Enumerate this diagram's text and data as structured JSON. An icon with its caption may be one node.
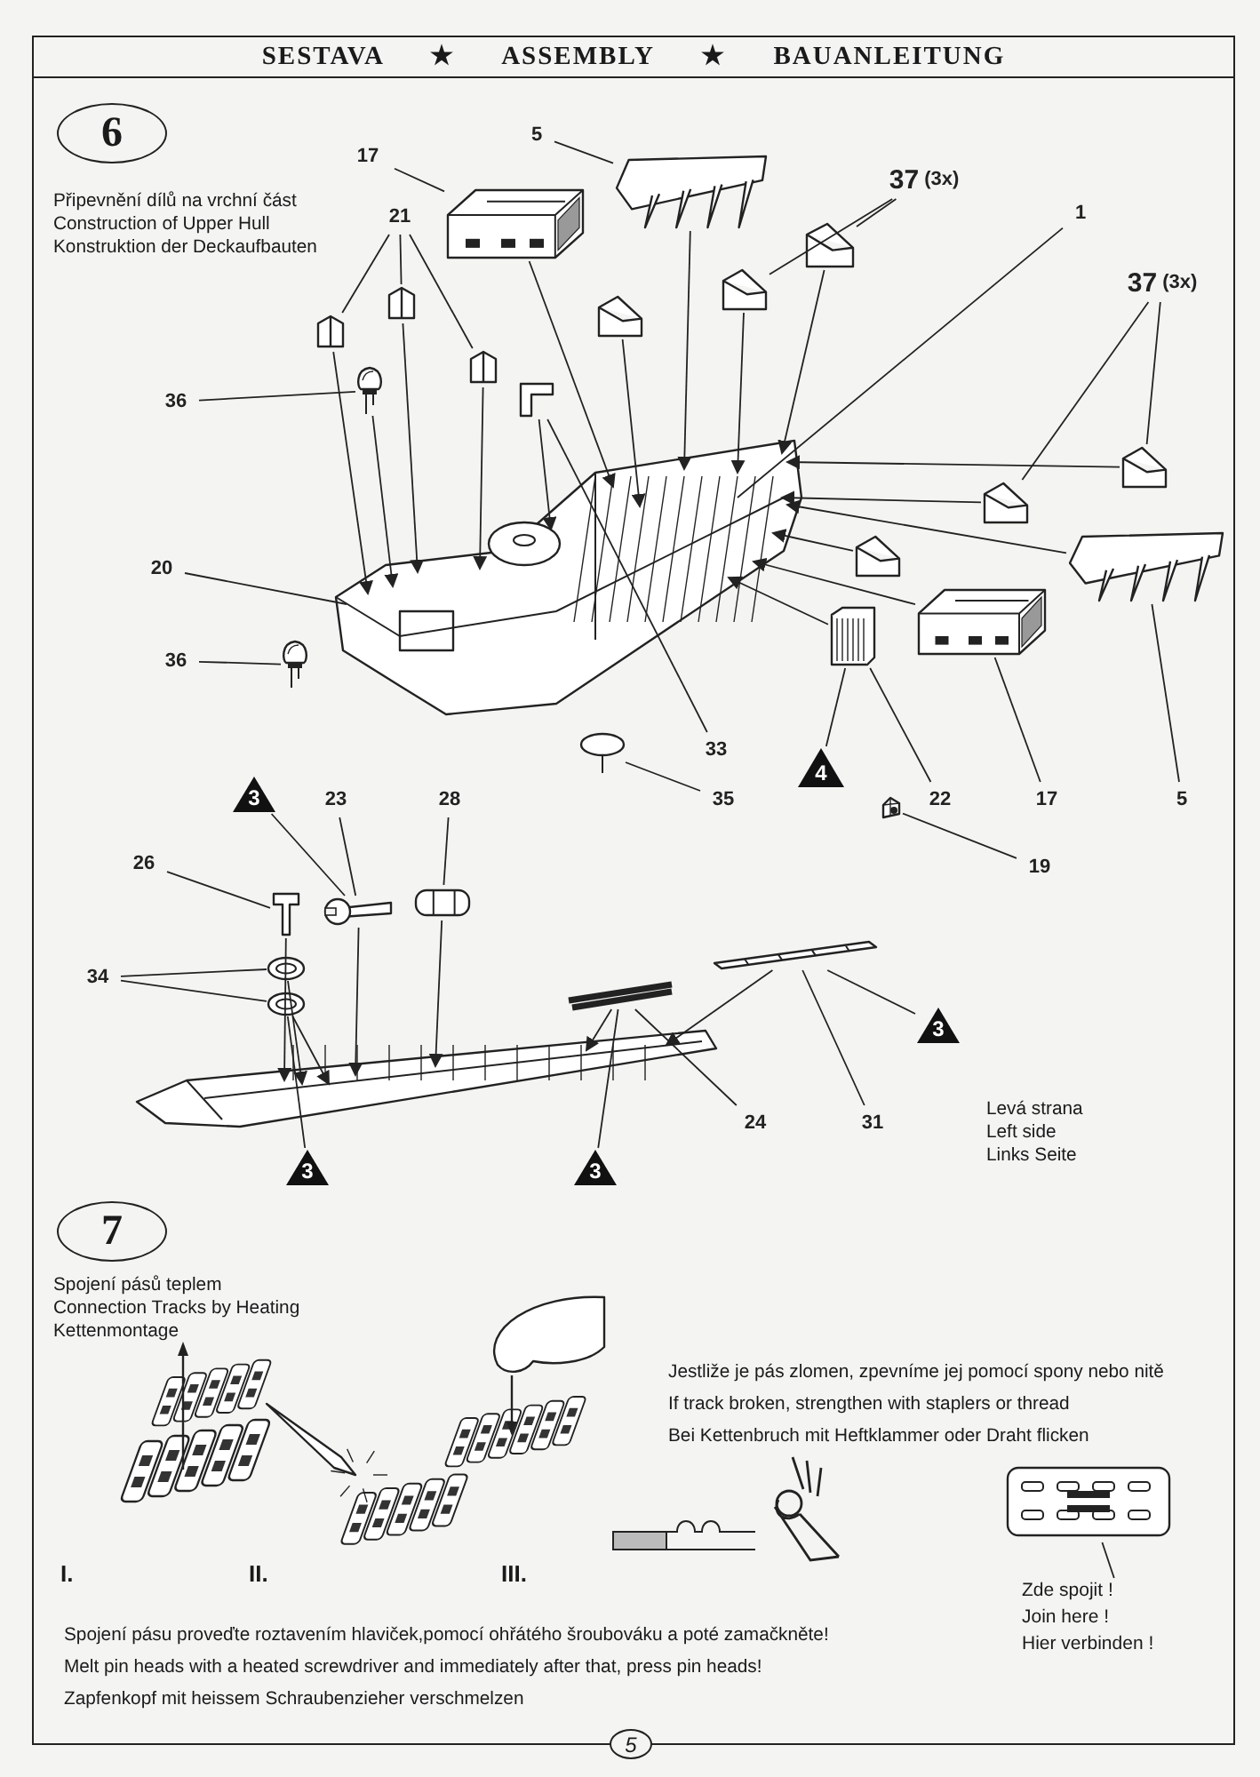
{
  "diagram": {
    "title": "SESTAVA ★ ASSEMBLY ★ BAUANLEITUNG",
    "nodes": [
      {
        "text": [
          "6"
        ],
        "beside": [
          "Připevnění dílů na vrchní část",
          "Construction of Upper Hull",
          "Konstruktion der Deckaufbauten"
        ]
      },
      {
        "text": [],
        "shape": "picture"
      },
      {
        "text": [
          "1"
        ]
      },
      {
        "text": [],
        "shape": "picture"
      },
      {
        "text": [
          "17"
        ]
      },
      {
        "text": [
          "5"
        ]
      },
      {
        "text": [],
        "shape": "picture"
      },
      {
        "text": [
          "**37** (3x)"
        ]
      },
      {
        "text": [],
        "shape": "picture"
      },
      {
        "text": [],
        "shape": "picture"
      },
      {
        "text": [],
        "shape": "picture"
      },
      {
        "text": [
          "21"
        ]
      },
      {
        "text": [],
        "shape": "picture"
      },
      {
        "text": [],
        "shape": "picture"
      },
      {
        "text": [],
        "shape": "picture"
      },
      {
        "text": [
          "36"
        ]
      },
      {
        "text": [],
        "shape": "picture"
      },
      {
        "text": [
          "20"
        ]
      },
      {
        "text": [
          "36"
        ]
      },
      {
        "text": [],
        "shape": "picture"
      },
      {
        "text": [],
        "shape": "picture"
      },
      {
        "text": [
          "33"
        ]
      },
      {
        "text": [],
        "shape": "picture"
      },
      {
        "text": [
          "35"
        ]
      },
      {
        "text": [
          "4"
        ]
      },
      {
        "text": [],
        "shape": "picture"
      },
      {
        "text": [
          "22"
        ]
      },
      {
        "text": [],
        "shape": "picture"
      },
      {
        "text": [
          "17"
        ]
      },
      {
        "text": [],
        "shape": "picture"
      },
      {
        "text": [
          "5"
        ]
      },
      {
        "text": [
          "**37** (3x)"
        ]
      },
      {
        "text": [],
        "shape": "picture"
      },
      {
        "text": [],
        "shape": "picture"
      },
      {
        "text": [],
        "shape": "picture"
      },
      {
        "text": [],
        "shape": "picture"
      },
      {
        "text": [
          "3"
        ]
      },
      {
        "text": [
          "23"
        ]
      },
      {
        "text": [
          "28"
        ]
      },
      {
        "text": [
          "26"
        ]
      },
      {
        "text": [],
        "shape": "picture"
      },
      {
        "text": [],
        "shape": "picture"
      },
      {
        "text": [],
        "shape": "picture"
      },
      {
        "text": [
          "34"
        ]
      },
      {
        "text": [],
        "shape": "picture"
      },
      {
        "text": [],
        "shape": "picture"
      },
      {
        "text": [
          "3"
        ]
      },
      {
        "text": [],
        "shape": "picture"
      },
      {
        "text": [
          "19"
        ]
      },
      {
        "text": [],
        "shape": "picture"
      },
      {
        "text": [
          "3"
        ]
      },
      {
        "text": [],
        "shape": "picture"
      },
      {
        "text": [
          "24"
        ]
      },
      {
        "text": [
          "31"
        ]
      },
      {
        "text": [
          "3"
        ]
      },
      {
        "text": [
          "7"
        ],
        "beside": [
          "Spojení pásů teplem",
          "Connection Tracks by Heating",
          "Kettenmontage"
        ]
      },
      {
        "text": [],
        "shape": "picture"
      },
      {
        "text": [
          "Zde spojit !",
          "Join here !",
          "Hier verbinden !"
        ]
      }
    ],
    "edges": [
      {
        "from": 2,
        "to": 1,
        "arrow": "none"
      },
      {
        "from": 4,
        "to": 3,
        "arrow": "none"
      },
      {
        "from": 5,
        "to": 6,
        "arrow": "none"
      },
      {
        "from": 7,
        "to": 9,
        "arrow": "none"
      },
      {
        "from": 7,
        "to": 10,
        "arrow": "none"
      },
      {
        "from": 11,
        "to": 12,
        "arrow": "none"
      },
      {
        "from": 11,
        "to": 13,
        "arrow": "none"
      },
      {
        "from": 11,
        "to": 14,
        "arrow": "none"
      },
      {
        "from": 15,
        "to": 16,
        "arrow": "none"
      },
      {
        "from": 17,
        "to": 1,
        "arrow": "none"
      },
      {
        "from": 18,
        "to": 19,
        "arrow": "none"
      },
      {
        "from": 21,
        "to": 20,
        "arrow": "none"
      },
      {
        "from": 23,
        "to": 22,
        "arrow": "none"
      },
      {
        "from": 24,
        "to": 25,
        "arrow": "none"
      },
      {
        "from": 26,
        "to": 25,
        "arrow": "none"
      },
      {
        "from": 28,
        "to": 27,
        "arrow": "none"
      },
      {
        "from": 30,
        "to": 29,
        "arrow": "none"
      },
      {
        "from": 31,
        "to": 34,
        "arrow": "none"
      },
      {
        "from": 31,
        "to": 33,
        "arrow": "none"
      },
      {
        "from": 3,
        "to": 1,
        "arrow": "to"
      },
      {
        "from": 6,
        "to": 1,
        "arrow": "to"
      },
      {
        "from": 8,
        "to": 1,
        "arrow": "to"
      },
      {
        "from": 9,
        "to": 1,
        "arrow": "to"
      },
      {
        "from": 10,
        "to": 1,
        "arrow": "to"
      },
      {
        "from": 12,
        "to": 1,
        "arrow": "to"
      },
      {
        "from": 13,
        "to": 1,
        "arrow": "to"
      },
      {
        "from": 14,
        "to": 1,
        "arrow": "to"
      },
      {
        "from": 16,
        "to": 1,
        "arrow": "to"
      },
      {
        "from": 20,
        "to": 1,
        "arrow": "to"
      },
      {
        "from": 25,
        "to": 1,
        "arrow": "to"
      },
      {
        "from": 27,
        "to": 1,
        "arrow": "to"
      },
      {
        "from": 29,
        "to": 1,
        "arrow": "to"
      },
      {
        "from": 32,
        "to": 1,
        "arrow": "to"
      },
      {
        "from": 33,
        "to": 1,
        "arrow": "to"
      },
      {
        "from": 34,
        "to": 1,
        "arrow": "to"
      },
      {
        "from": 36,
        "to": 41,
        "arrow": "none"
      },
      {
        "from": 37,
        "to": 41,
        "arrow": "none"
      },
      {
        "from": 38,
        "to": 42,
        "arrow": "none"
      },
      {
        "from": 39,
        "to": 40,
        "arrow": "none"
      },
      {
        "from": 43,
        "to": 44,
        "arrow": "none"
      },
      {
        "from": 43,
        "to": 45,
        "arrow": "none"
      },
      {
        "from": 46,
        "to": 45,
        "arrow": "none"
      },
      {
        "from": 48,
        "to": 47,
        "arrow": "none"
      },
      {
        "from": 50,
        "to": 49,
        "arrow": "none"
      },
      {
        "from": 52,
        "to": 51,
        "arrow": "none"
      },
      {
        "from": 53,
        "to": 49,
        "arrow": "none"
      },
      {
        "from": 54,
        "to": 51,
        "arrow": "none"
      },
      {
        "from": 40,
        "to": 35,
        "arrow": "to"
      },
      {
        "from": 41,
        "to": 35,
        "arrow": "to"
      },
      {
        "from": 42,
        "to": 35,
        "arrow": "to"
      },
      {
        "from": 44,
        "to": 35,
        "arrow": "to"
      },
      {
        "from": 45,
        "to": 35,
        "arrow": "to"
      },
      {
        "from": 49,
        "to": 35,
        "arrow": "to"
      },
      {
        "from": 51,
        "to": 35,
        "arrow": "to"
      },
      {
        "from": 57,
        "to": 56,
        "arrow": "none"
      }
    ],
    "labels": [
      "Levá strana",
      "Left side",
      "Links Seite",
      "Jestliže je pás zlomen, zpevníme jej pomocí spony nebo nitě",
      "If track broken, strengthen with staplers or thread",
      "Bei Kettenbruch mit Heftklammer oder Draht flicken",
      "I.",
      "II.",
      "III.",
      "Spojení pásu proveďte roztavením hlaviček,pomocí ohřátého šroubováku a poté zamačkněte!",
      "Melt pin heads with a heated screwdriver and immediately after that, press pin heads!",
      "Zapfenkopf mit heissem Schraubenzieher verschmelzen",
      "5"
    ]
  }
}
